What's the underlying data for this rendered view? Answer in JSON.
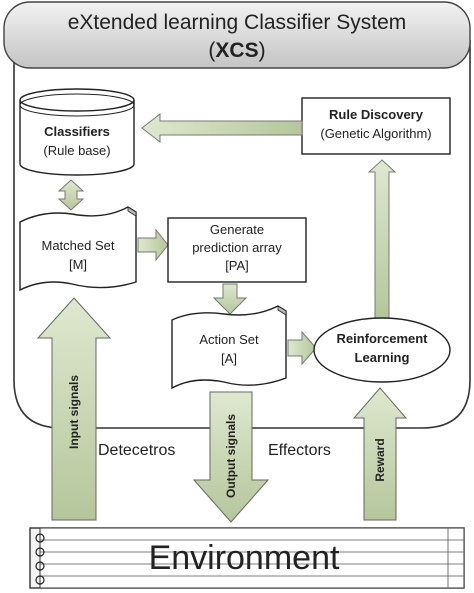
{
  "title": {
    "line1": "eXtended learning Classifier System",
    "line2_open": "(",
    "line2_abbr": "XCS",
    "line2_close": ")"
  },
  "nodes": {
    "classifiers": {
      "name": "Classifiers",
      "sub": "(Rule base)"
    },
    "rule_discovery": {
      "name": "Rule Discovery",
      "sub": "(Genetic Algorithm)"
    },
    "matched_set": {
      "name": "Matched Set",
      "sub": "[M]"
    },
    "prediction_array": {
      "line1": "Generate",
      "line2": "prediction array",
      "line3": "[PA]"
    },
    "action_set": {
      "name": "Action Set",
      "sub": "[A]"
    },
    "reinforcement": {
      "line1": "Reinforcement",
      "line2": "Learning"
    },
    "environment": {
      "name": "Environment"
    }
  },
  "arrows": {
    "input": "Input signals",
    "output": "Output signals",
    "reward": "Reward"
  },
  "labels": {
    "detectors": "Detecetros",
    "effectors": "Effectors"
  }
}
